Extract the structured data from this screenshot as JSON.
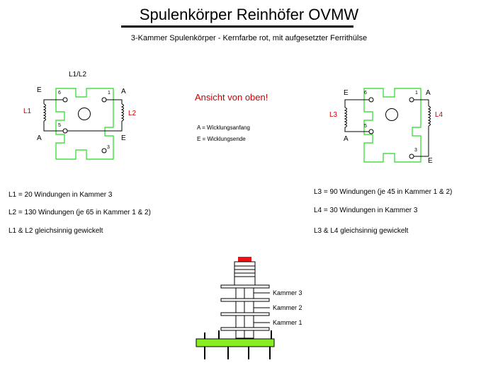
{
  "title": "Spulenkörper Reinhöfer OVMW",
  "subtitle": "3-Kammer Spulenkörper - Kernfarbe rot, mit aufgesetzter Ferrithülse",
  "view_label": "Ansicht von oben!",
  "legend": {
    "start": "A = Wicklungsanfang",
    "end": "E = Wicklungsende"
  },
  "left_diagram": {
    "header": "L1/L2",
    "coil_labels": {
      "left": "L1",
      "right": "L2"
    },
    "end_labels": {
      "top_left": "E",
      "top_right": "A",
      "bottom_left": "A",
      "bottom_right": "E"
    },
    "pin_numbers": {
      "top_left": "6",
      "top_right": "1",
      "mid_left": "5",
      "bottom_right": "3"
    }
  },
  "right_diagram": {
    "coil_labels": {
      "left": "L3",
      "right": "L4"
    },
    "end_labels": {
      "top_left": "E",
      "top_right": "A",
      "bottom_left": "A",
      "bottom_right": "E"
    },
    "pin_numbers": {
      "top_left": "6",
      "top_right": "1",
      "mid_left": "5",
      "bottom_right": "3"
    }
  },
  "notes_left": [
    "L1 = 20 Windungen in Kammer 3",
    "L2 = 130 Windungen    (je 65 in Kammer 1 & 2)",
    "L1 & L2 gleichsinnig gewickelt"
  ],
  "notes_right": [
    "L3 = 90 Windungen  (je 45 in Kammer 1 & 2)",
    "L4 = 30 Windungen in Kammer 3",
    "L3 & L4 gleichsinnig gewickelt"
  ],
  "chambers": [
    "Kammer 3",
    "Kammer 2",
    "Kammer 1"
  ],
  "colors": {
    "outline_green": "#22dd22",
    "base_green": "#88ee22",
    "label_red": "#cc0000",
    "core_red": "#ee1111"
  }
}
